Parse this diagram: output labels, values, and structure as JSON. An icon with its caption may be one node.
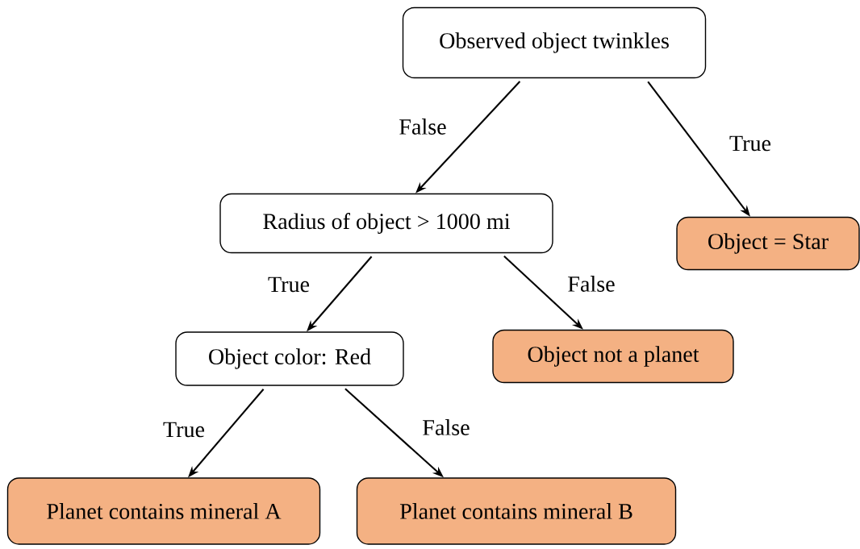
{
  "diagram": {
    "nodes": [
      {
        "text": [
          "Observed object twinkles"
        ]
      },
      {
        "text": [
          "Radius of object > 1000 mi"
        ]
      },
      {
        "text": [
          "Object = Star"
        ]
      },
      {
        "text": [
          "Object color: Red"
        ]
      },
      {
        "text": [
          "Object not a planet"
        ]
      },
      {
        "text": [
          "Planet contains mineral A"
        ]
      },
      {
        "text": [
          "Planet contains mineral B"
        ]
      }
    ],
    "edges": [
      {
        "from": 0,
        "to": 1,
        "arrow": "to",
        "label": "False"
      },
      {
        "from": 0,
        "to": 2,
        "arrow": "to",
        "label": "True"
      },
      {
        "from": 1,
        "to": 3,
        "arrow": "to",
        "label": "True"
      },
      {
        "from": 1,
        "to": 4,
        "arrow": "to",
        "label": "False"
      },
      {
        "from": 3,
        "to": 5,
        "arrow": "to",
        "label": "True"
      },
      {
        "from": 3,
        "to": 6,
        "arrow": "to",
        "label": "False"
      }
    ]
  }
}
